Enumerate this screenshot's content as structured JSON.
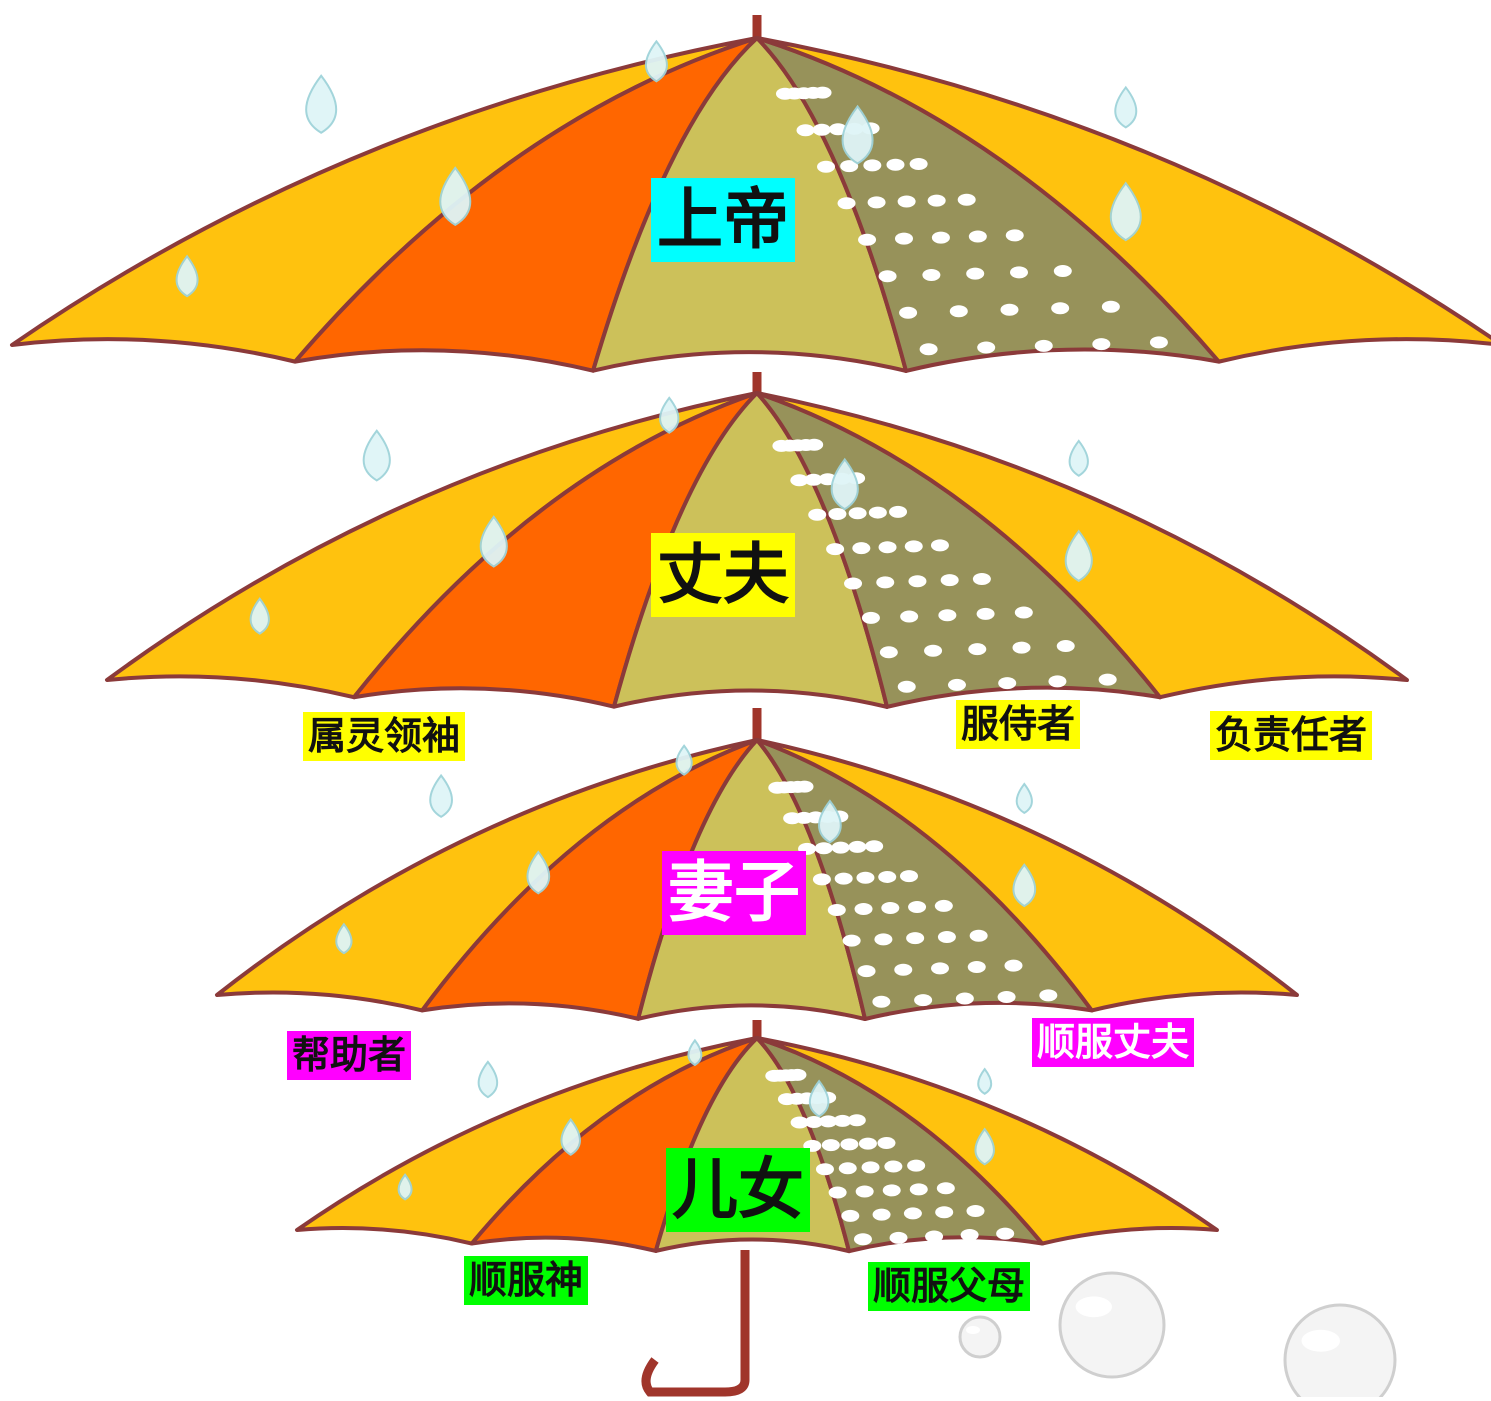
{
  "colors": {
    "yellow_panel": "#FFC20E",
    "orange_panel": "#FF6600",
    "olive_light_panel": "#CCC15A",
    "olive_dark_panel": "#97925A",
    "outline": "#8B3A3A",
    "shaft": "#A0352B",
    "cyan_label": "#00FFFF",
    "yellow_label": "#FFFF00",
    "magenta_label": "#FF00FF",
    "green_label": "#00FF00"
  },
  "umbrellas": [
    {
      "title": "上帝",
      "label_color": "#00FFFF",
      "roles": []
    },
    {
      "title": "丈夫",
      "label_color": "#FFFF00",
      "roles": [
        "属灵领袖",
        "服侍者",
        "负责任者"
      ]
    },
    {
      "title": "妻子",
      "label_color": "#FF00FF",
      "roles": [
        "帮助者",
        "顺服丈夫"
      ]
    },
    {
      "title": "儿女",
      "label_color": "#00FF00",
      "roles": [
        "顺服神",
        "顺服父母"
      ]
    }
  ]
}
